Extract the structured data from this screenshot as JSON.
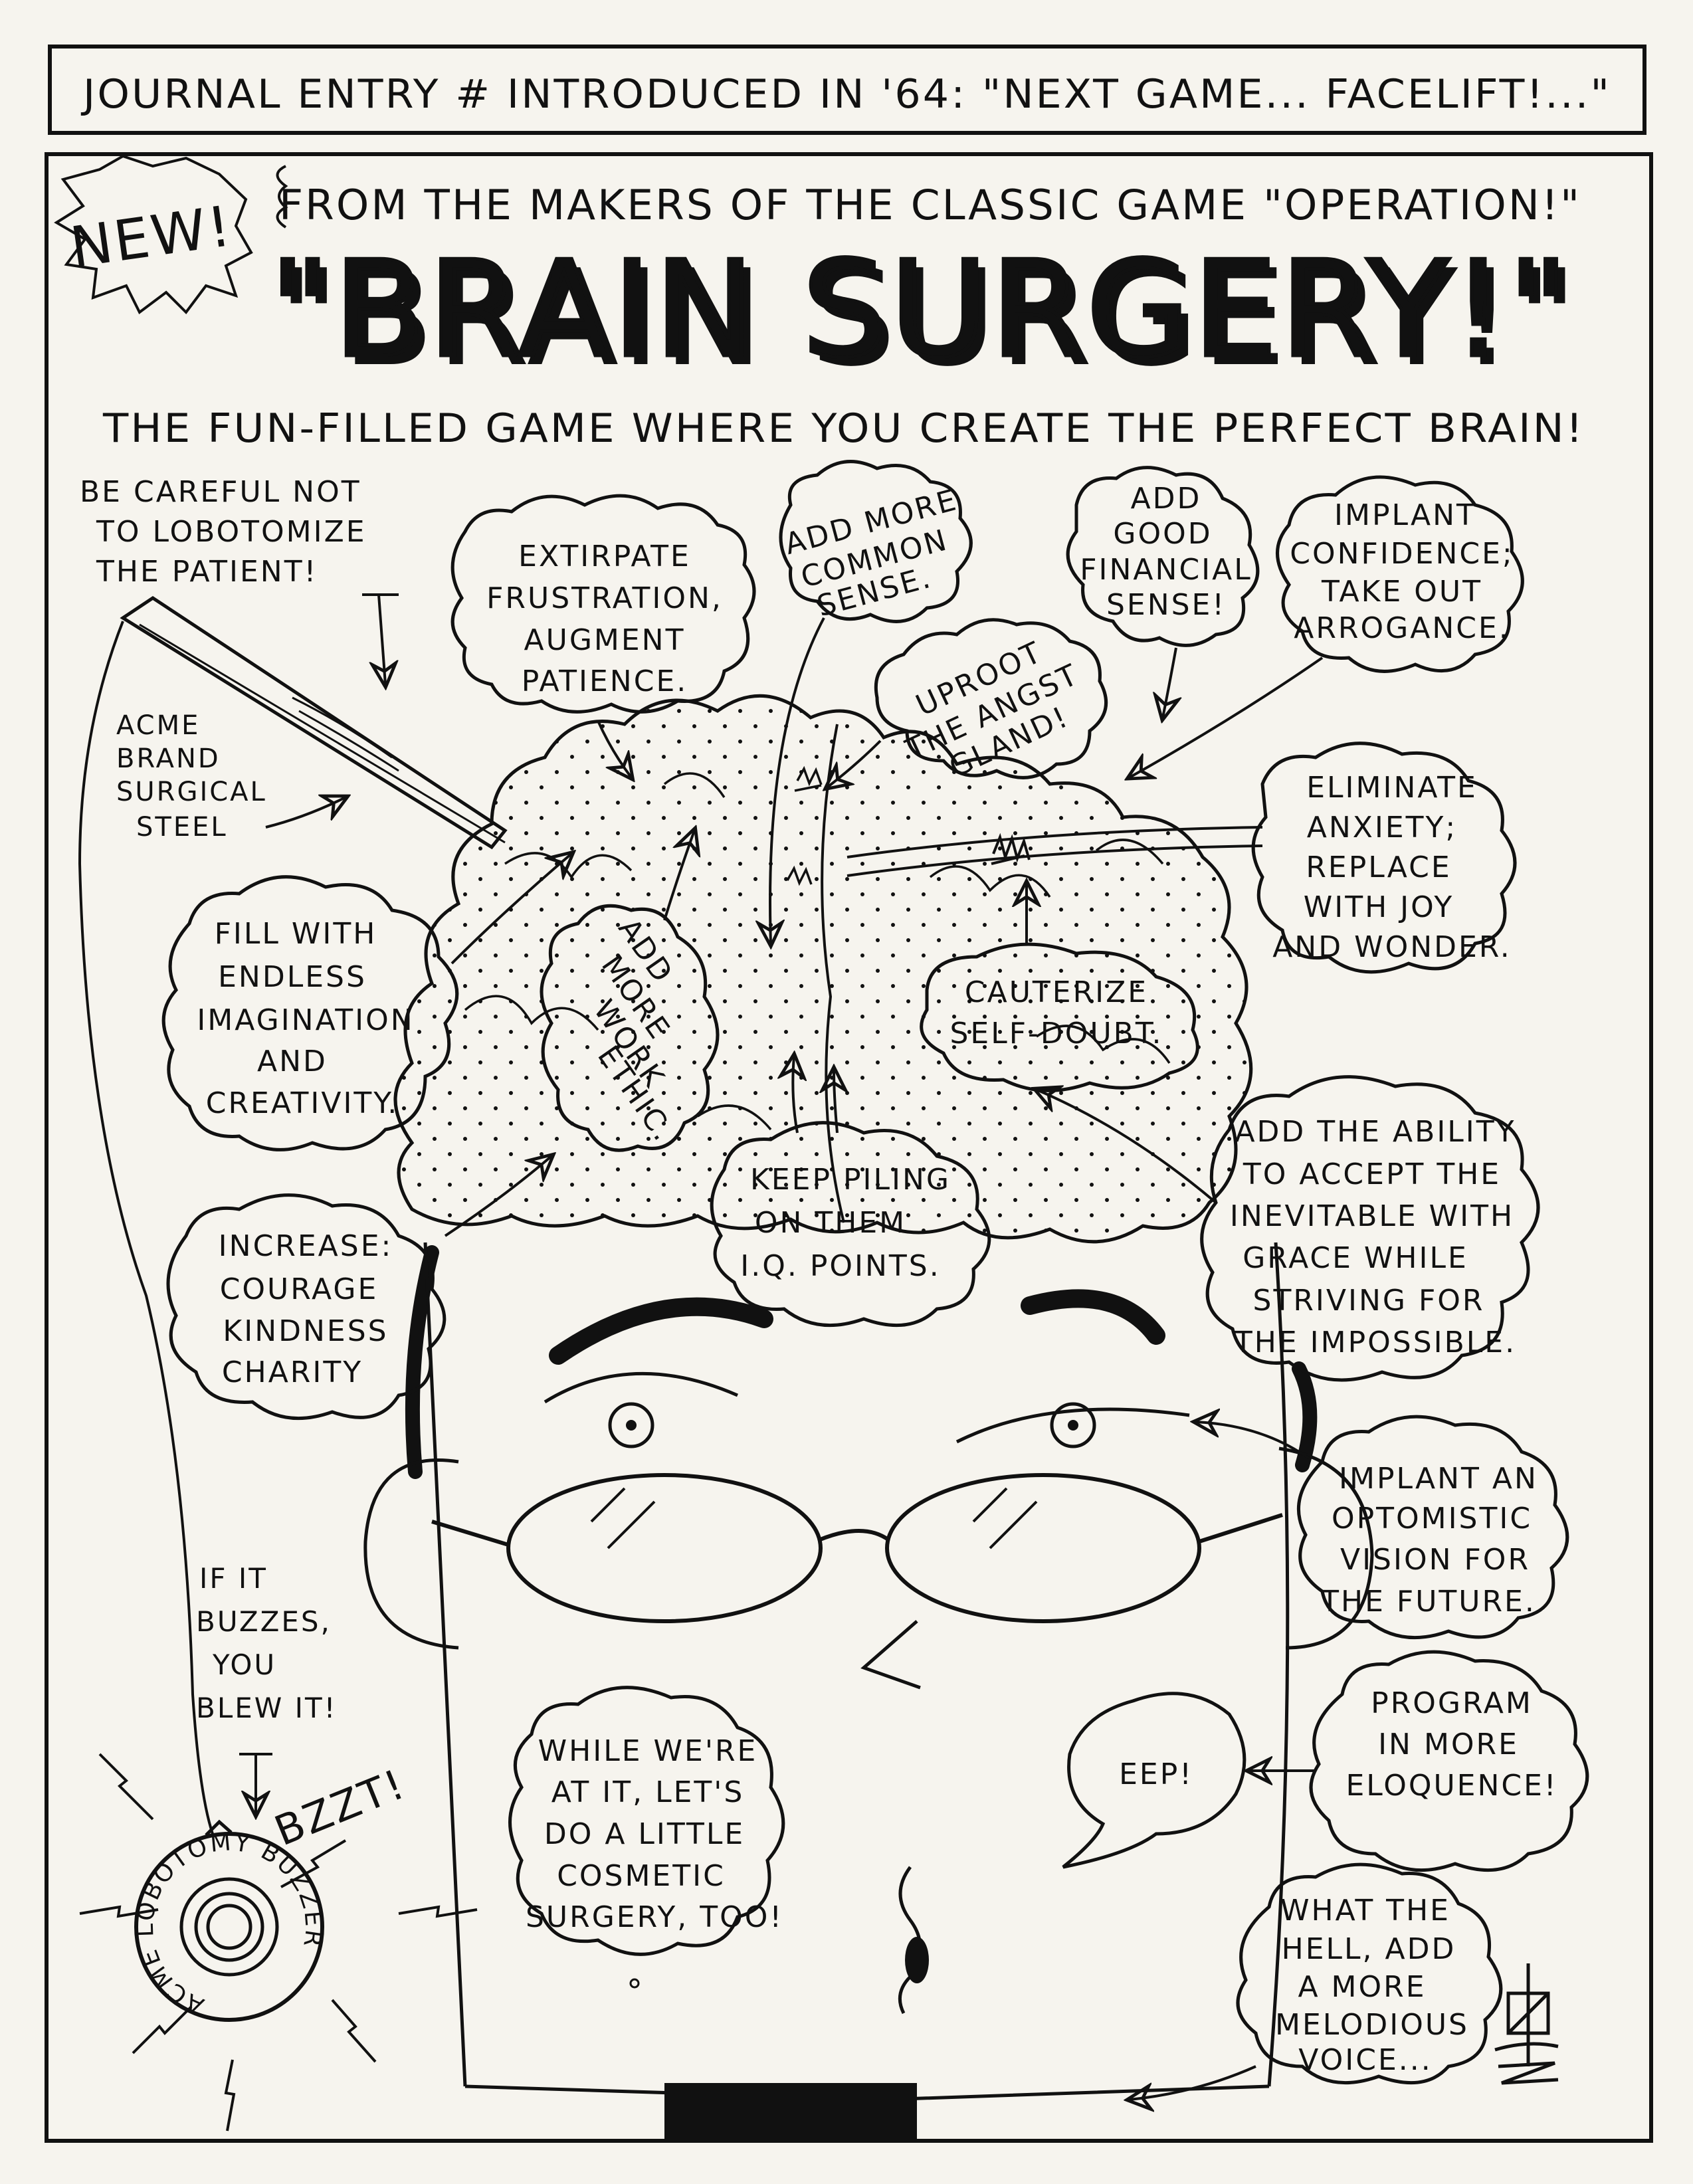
{
  "header": {
    "title": "JOURNAL ENTRY # INTRODUCED IN '64: \"NEXT GAME... FACELIFT!...\""
  },
  "ad": {
    "new_badge": "NEW!",
    "from_line": "FROM THE MAKERS OF THE CLASSIC GAME \"OPERATION!\"",
    "game_title": "\"BRAIN SURGERY!\"",
    "tagline": "THE FUN-FILLED GAME WHERE YOU CREATE THE PERFECT BRAIN!"
  },
  "notes": {
    "careful": [
      "BE CAREFUL NOT",
      "TO LOBOTOMIZE",
      "THE PATIENT!"
    ],
    "tweezers": [
      "ACME",
      "BRAND",
      "SURGICAL",
      "STEEL"
    ],
    "buzz_warning": [
      "IF IT",
      "BUZZES,",
      "YOU",
      "BLEW IT!"
    ],
    "buzz_sound": "BZZT!",
    "buzzer_label": "ACME LOBOTOMY BUZZER"
  },
  "bubbles": {
    "extirpate": [
      "EXTIRPATE",
      "FRUSTRATION,",
      "AUGMENT",
      "PATIENCE."
    ],
    "common_sense": [
      "ADD MORE",
      "COMMON",
      "SENSE."
    ],
    "financial": [
      "ADD",
      "GOOD",
      "FINANCIAL",
      "SENSE!"
    ],
    "confidence": [
      "IMPLANT",
      "CONFIDENCE;",
      "TAKE OUT",
      "ARROGANCE."
    ],
    "angst": [
      "UPROOT",
      "THE ANGST",
      "GLAND!"
    ],
    "anxiety": [
      "ELIMINATE",
      "ANXIETY;",
      "REPLACE",
      "WITH JOY",
      "AND WONDER."
    ],
    "imagination": [
      "FILL WITH",
      "ENDLESS",
      "IMAGINATION",
      "AND",
      "CREATIVITY."
    ],
    "work_ethic": [
      "ADD",
      "MORE",
      "WORK",
      "ETHIC."
    ],
    "self_doubt": [
      "CAUTERIZE",
      "SELF-DOUBT."
    ],
    "iq": [
      "KEEP PILING",
      "ON THEM",
      "I.Q. POINTS."
    ],
    "accept": [
      "ADD THE ABILITY",
      "TO ACCEPT THE",
      "INEVITABLE WITH",
      "GRACE WHILE",
      "STRIVING FOR",
      "THE IMPOSSIBLE."
    ],
    "increase": [
      "INCREASE:",
      "COURAGE",
      "KINDNESS",
      "CHARITY"
    ],
    "vision": [
      "IMPLANT AN",
      "OPTOMISTIC",
      "VISION FOR",
      "THE FUTURE."
    ],
    "cosmetic": [
      "WHILE WE'RE",
      "AT IT, LET'S",
      "DO A LITTLE",
      "COSMETIC",
      "SURGERY, TOO!"
    ],
    "eep": "EEP!",
    "eloquence": [
      "PROGRAM",
      "IN MORE",
      "ELOQUENCE!"
    ],
    "voice": [
      "WHAT THE",
      "HELL, ADD",
      "A MORE",
      "MELODIOUS",
      "VOICE..."
    ]
  },
  "colors": {
    "ink": "#111111",
    "paper": "#f6f4ee"
  }
}
